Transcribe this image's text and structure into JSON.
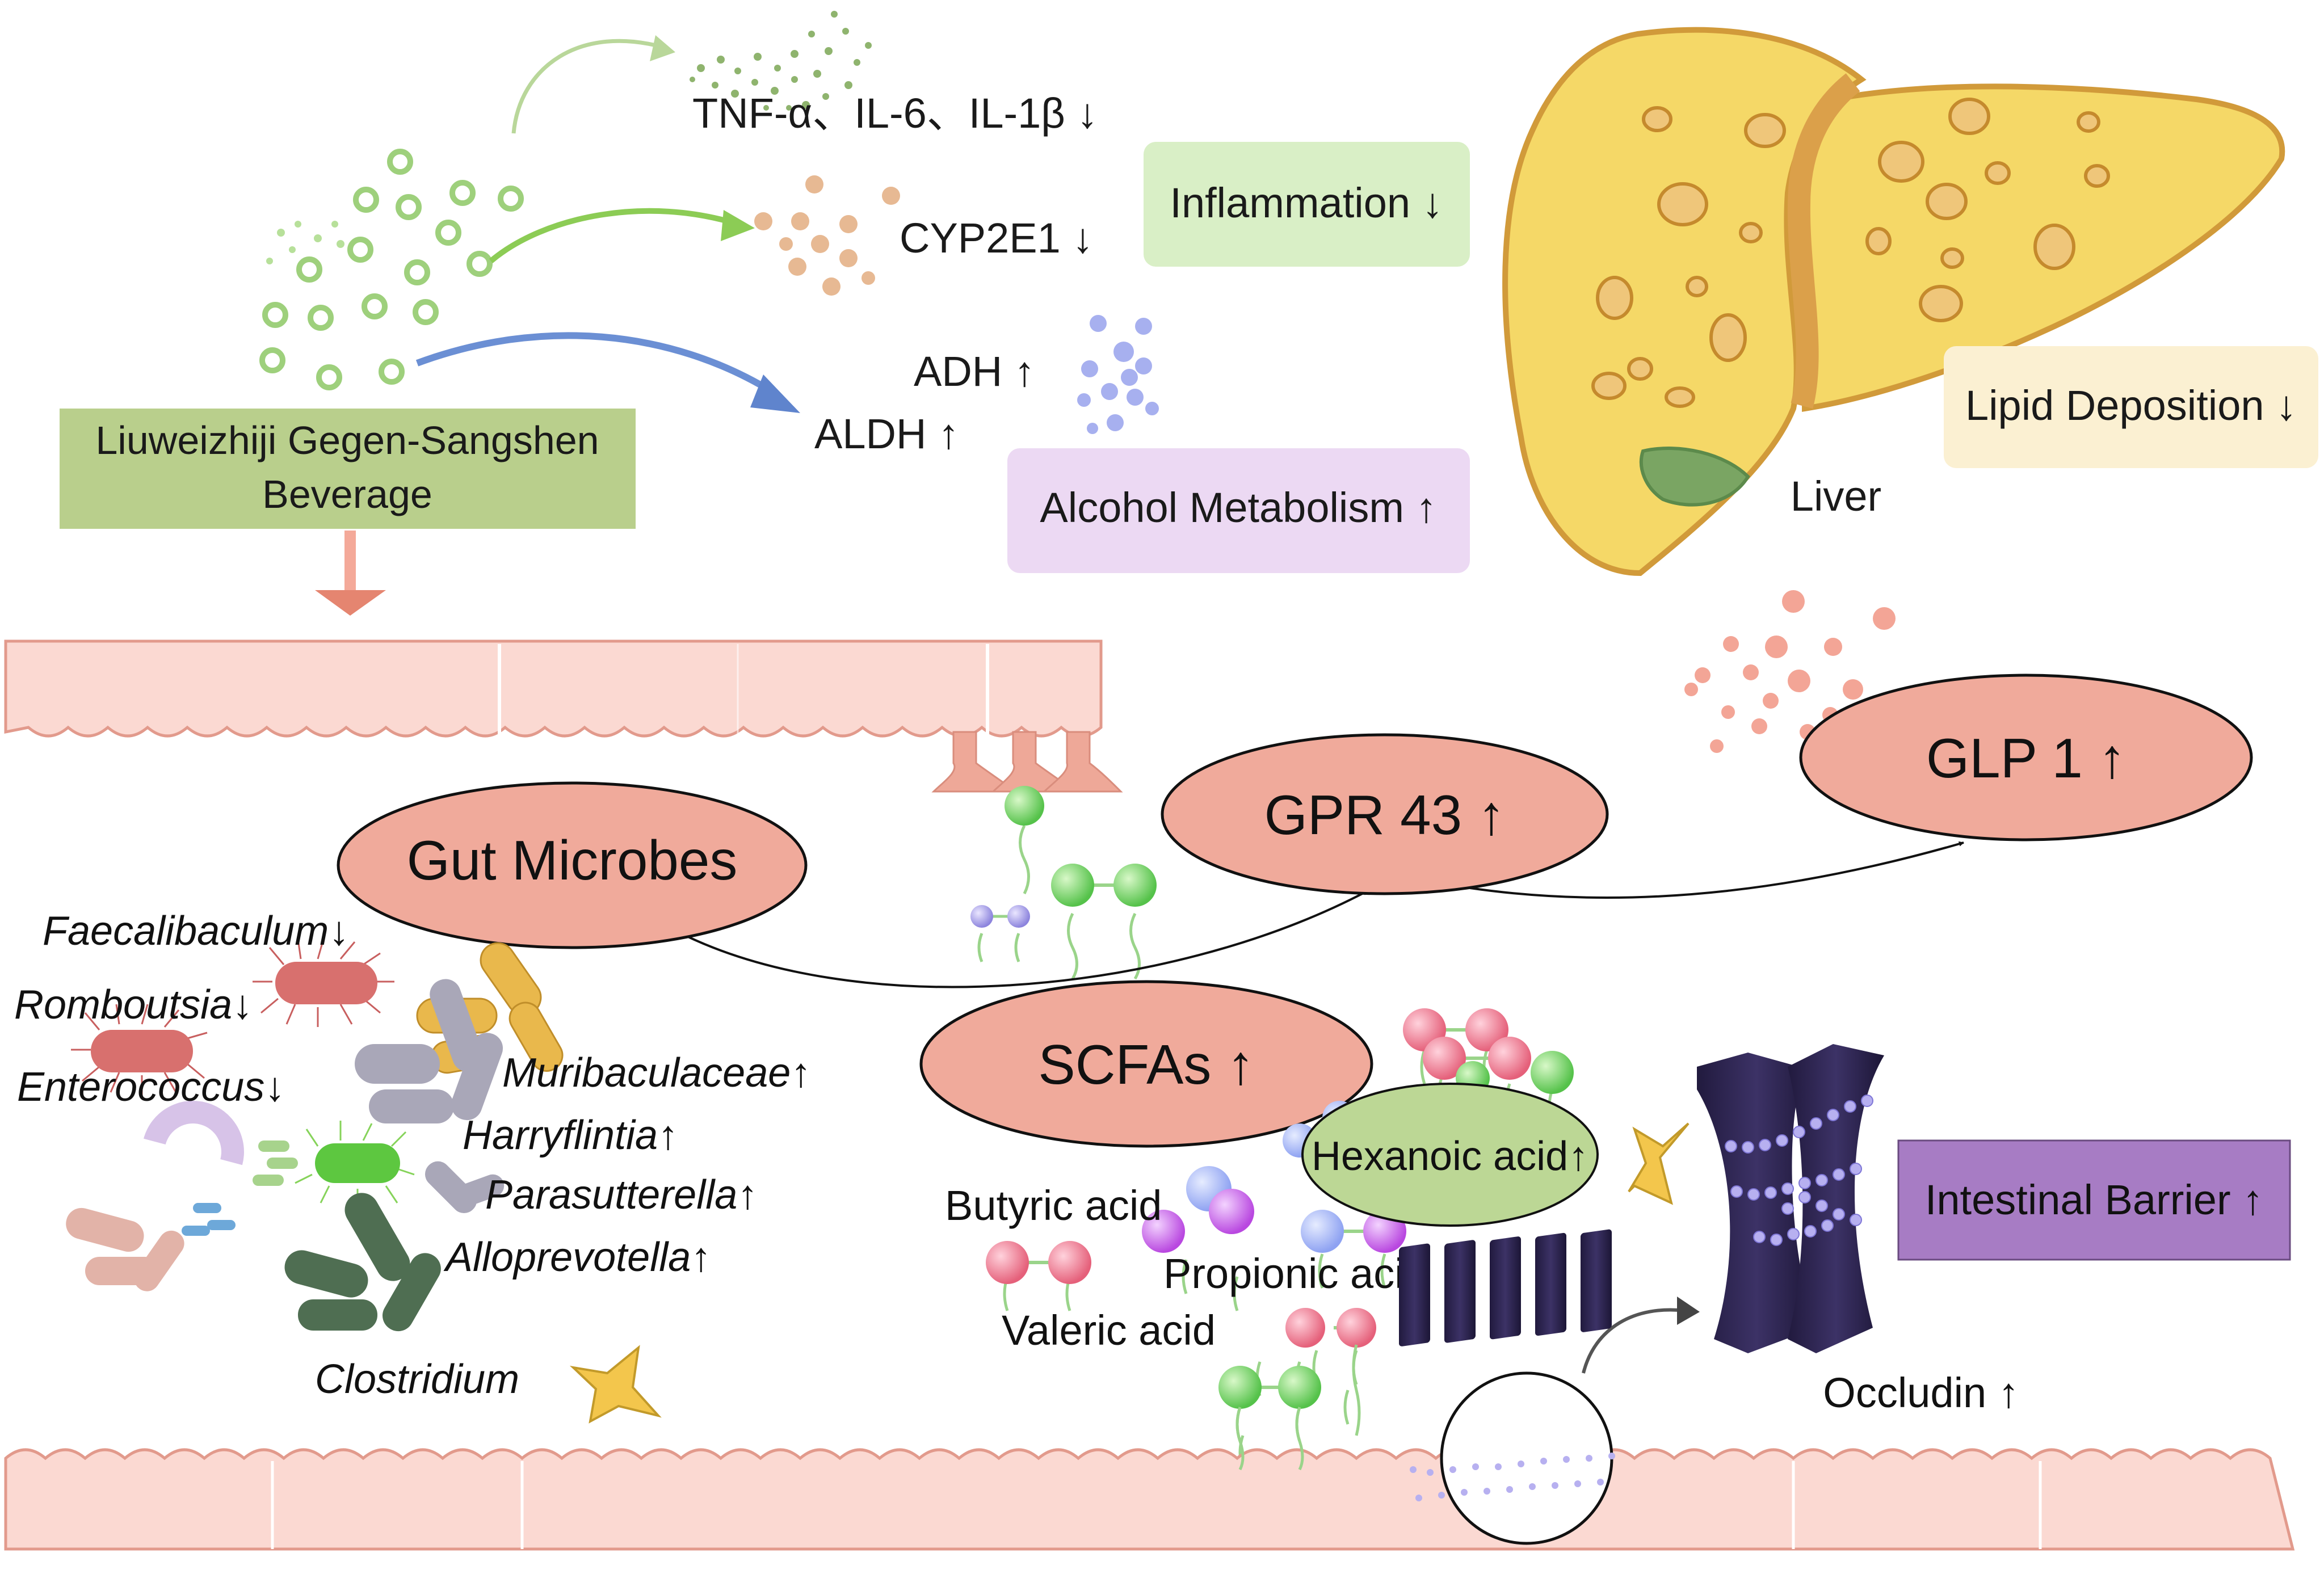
{
  "colors": {
    "beverage_box": "#b9cf8c",
    "inflammation_box": "#d9efc6",
    "alcohol_box": "#ecd9f3",
    "lipid_box": "#fbf0d2",
    "oval_fill": "#f0aa9b",
    "hexanoic_fill": "#bcd795",
    "barrier_box": "#a77cc4",
    "tissue": "#fbd9d2",
    "liver": "#f5d867"
  },
  "labels": {
    "beverage_line1": "Liuweizhiji Gegen-Sangshen",
    "beverage_line2": "Beverage",
    "tnf": "TNF-α、IL-6、IL-1β ↓",
    "cyp": "CYP2E1 ↓",
    "adh": "ADH ↑",
    "aldh": "ALDH ↑",
    "inflammation": "Inflammation ↓",
    "alcohol_metabolism": "Alcohol Metabolism ↑",
    "lipid_deposition": "Lipid Deposition ↓",
    "liver": "Liver",
    "gut_microbes": "Gut Microbes",
    "gpr43": "GPR 43 ↑",
    "glp1": "GLP 1 ↑",
    "scfas": "SCFAs ↑",
    "hexanoic": "Hexanoic acid↑",
    "butyric": "Butyric acid",
    "propionic": "Propionic acid",
    "valeric": "Valeric acid",
    "intestinal_barrier": "Intestinal Barrier ↑",
    "occludin": "Occludin ↑",
    "faecalibaculum": "Faecalibaculum↓",
    "romboutsia": "Romboutsia↓",
    "enterococcus": "Enterococcus↓",
    "muribaculaceae": "Muribaculaceae↑",
    "harryflintia": "Harryflintia↑",
    "parasutterella": "Parasutterella↑",
    "alloprevotella": "Alloprevotella↑",
    "clostridium": "Clostridium"
  }
}
